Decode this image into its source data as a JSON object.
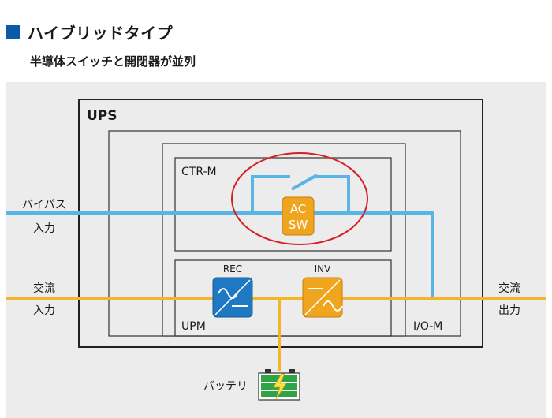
{
  "header": {
    "title": "ハイブリッドタイプ",
    "subtitle": "半導体スイッチと開閉器が並列"
  },
  "diagram": {
    "ups_label": "UPS",
    "ctr_label": "CTR-M",
    "upm_label": "UPM",
    "io_label": "I/O-M",
    "rec_label": "REC",
    "inv_label": "INV",
    "ac_sw_line1": "AC",
    "ac_sw_line2": "SW",
    "bypass_in_line1": "バイパス",
    "bypass_in_line2": "入力",
    "ac_in_line1": "交流",
    "ac_in_line2": "入力",
    "ac_out_line1": "交流",
    "ac_out_line2": "出力",
    "battery_label": "バッテリ"
  },
  "colors": {
    "bypass_line": "#5ab4e6",
    "ac_line": "#f5b52a",
    "highlight_circle": "#d61f26",
    "rec_icon": "#1f78c2",
    "inv_icon": "#f0a51f",
    "battery": "#2fa447"
  }
}
